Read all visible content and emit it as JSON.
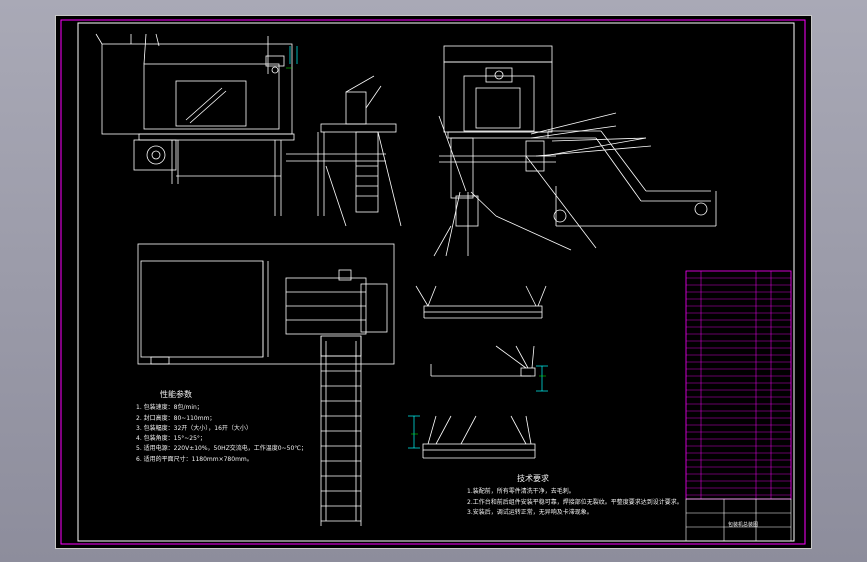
{
  "drawing": {
    "title_block_name": "包装机总装图"
  },
  "performance_notes": {
    "heading": "性能参数",
    "items": [
      "1. 包装速度：8包/min；",
      "2. 封口高度：80~110mm；",
      "3. 包装幅度：32开（大小），16开（大小）",
      "4. 包装角度：15°~25°；",
      "5. 适用电源：220V±10%，50HZ交流电，工作温度0~50℃；",
      "6. 适用的平面尺寸：1180mm×780mm。"
    ]
  },
  "tech_requirements": {
    "heading": "技术要求",
    "items": [
      "1.装配前，所有零件清洗干净，去毛刺。",
      "2.工作台和前后组件安装平稳可靠，焊接部位无裂纹。平整度要求达到设计要求。",
      "3.安装后，调试运转正常，无异响及卡滞现象。"
    ]
  }
}
